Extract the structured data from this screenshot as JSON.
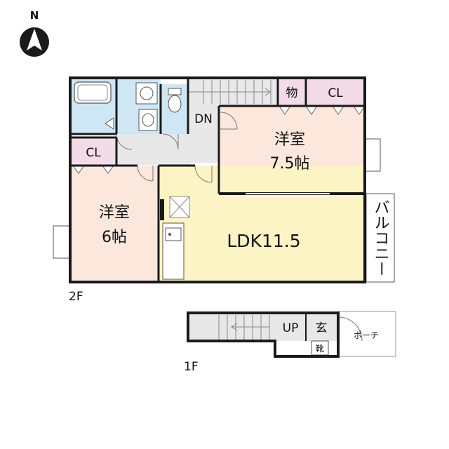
{
  "compass": {
    "label": "N"
  },
  "floor2": {
    "label": "2F",
    "rooms": {
      "western_large": {
        "name": "洋室",
        "size": "7.5帖"
      },
      "western_small": {
        "name": "洋室",
        "size": "6帖"
      },
      "ldk": {
        "name": "LDK11.5"
      },
      "closet_top": {
        "name": "CL"
      },
      "closet_left": {
        "name": "CL"
      },
      "storage": {
        "name": "物"
      },
      "balcony": {
        "name": "バルコニー"
      },
      "stairs_down": {
        "name": "DN"
      }
    },
    "colors": {
      "bedroom": "#fbe7dc",
      "ldk": "#fdf4c6",
      "water": "#cfe6f5",
      "closet": "#f3dbe8",
      "stair": "#e8e8e8"
    }
  },
  "floor1": {
    "label": "1F",
    "rooms": {
      "stairs_up": {
        "name": "UP"
      },
      "entrance": {
        "name": "玄"
      },
      "shoe_box": {
        "name": "靴"
      },
      "porch": {
        "name": "ポーチ"
      }
    }
  }
}
